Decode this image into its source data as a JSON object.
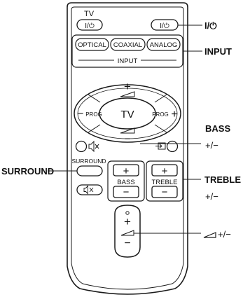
{
  "remote": {
    "tv_label": "TV",
    "tv_power_symbol": "I/⏻",
    "sound_power_symbol": "I/⏻",
    "input_buttons": [
      "OPTICAL",
      "COAXIAL",
      "ANALOG"
    ],
    "input_group_label": "INPUT",
    "dpad": {
      "center_label": "TV",
      "left_label": "PROG",
      "right_label": "PROG",
      "plus": "+",
      "minus": "−",
      "left_minus": "−",
      "right_plus": "+"
    },
    "surround_label": "SURROUND",
    "bass_label": "BASS",
    "treble_label": "TREBLE",
    "plus": "+",
    "minus": "−"
  },
  "callouts": {
    "power": "I/⏻",
    "input": "INPUT",
    "bass_line1": "BASS",
    "bass_line2": "+/−",
    "surround": "SURROUND",
    "treble_line1": "TREBLE",
    "treble_line2": "+/−",
    "volume_suffix": "+/−"
  },
  "colors": {
    "stroke": "#1a1a1a",
    "fill": "#ffffff"
  }
}
